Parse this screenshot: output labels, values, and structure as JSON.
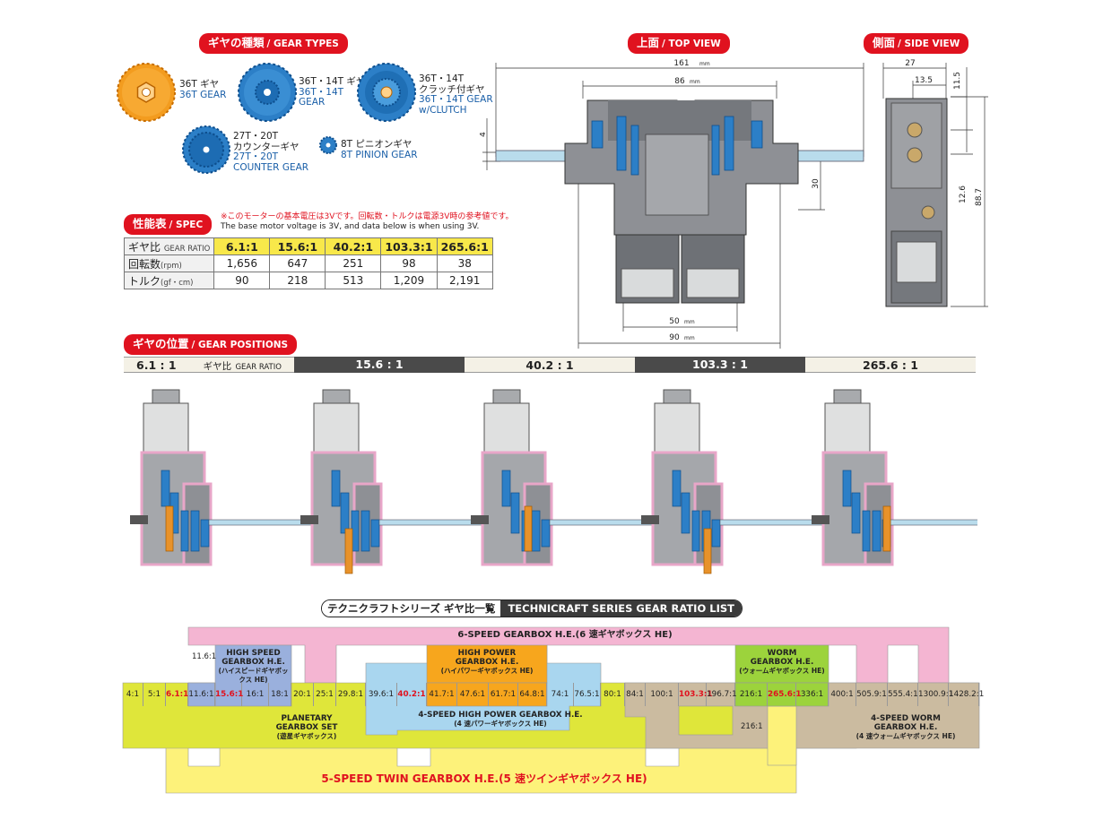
{
  "sections": {
    "gear_types": {
      "jp": "ギヤの種類",
      "en": "GEAR TYPES"
    },
    "top_view": {
      "jp": "上面",
      "en": "TOP VIEW"
    },
    "side_view": {
      "jp": "側面",
      "en": "SIDE VIEW"
    },
    "spec": {
      "jp": "性能表",
      "en": "SPEC"
    },
    "gear_positions": {
      "jp": "ギヤの位置",
      "en": "GEAR POSITIONS"
    }
  },
  "gears": [
    {
      "jp": "36T ギヤ",
      "en": "36T GEAR"
    },
    {
      "jp1": "36T・14T ギヤ",
      "en1": "36T・14T",
      "en2": "GEAR"
    },
    {
      "jp1": "36T・14T",
      "jp2": "クラッチ付ギヤ",
      "en1": "36T・14T GEAR",
      "en2": "w/CLUTCH"
    },
    {
      "jp1": "27T・20T",
      "jp2": "カウンターギヤ",
      "en1": "27T・20T",
      "en2": "COUNTER GEAR"
    },
    {
      "jp": "8T ピニオンギヤ",
      "en": "8T PINION GEAR"
    }
  ],
  "spec_note": {
    "jp": "※このモーターの基本電圧は3Vです。回転数・トルクは電源3V時の参考値です。",
    "en": "The base motor voltage is 3V, and data below is when using 3V."
  },
  "spec_table": {
    "rows": [
      {
        "label_jp": "ギヤ比",
        "label_en": "GEAR RATIO",
        "values": [
          "6.1:1",
          "15.6:1",
          "40.2:1",
          "103.3:1",
          "265.6:1"
        ]
      },
      {
        "label_jp": "回転数",
        "label_en": "(rpm)",
        "values": [
          "1,656",
          "647",
          "251",
          "98",
          "38"
        ]
      },
      {
        "label_jp": "トルク",
        "label_en": "(gf・cm)",
        "values": [
          "90",
          "218",
          "513",
          "1,209",
          "2,191"
        ]
      }
    ]
  },
  "dimensions": {
    "top": [
      "161",
      "86",
      "4",
      "30",
      "50",
      "90"
    ],
    "side": [
      "27",
      "13.5",
      "11.5",
      "12.6",
      "88.7"
    ],
    "unit": "mm"
  },
  "positions_bar": {
    "label_jp": "ギヤ比",
    "label_en": "GEAR RATIO",
    "ratios": [
      "6.1 : 1",
      "15.6 : 1",
      "40.2 : 1",
      "103.3 : 1",
      "265.6 : 1"
    ]
  },
  "ratio_list": {
    "title_jp": "テクニクラフトシリーズ ギヤ比一覧",
    "title_en": "TECHNICRAFT SERIES GEAR RATIO LIST",
    "ratios": [
      "4:1",
      "5:1",
      "6.1:1",
      "11.6:1",
      "15.6:1",
      "16:1",
      "18:1",
      "20:1",
      "25:1",
      "29.8:1",
      "39.6:1",
      "40.2:1",
      "41.7:1",
      "47.6:1",
      "61.7:1",
      "64.8:1",
      "74:1",
      "76.5:1",
      "80:1",
      "84:1",
      "100:1",
      "103.3:1",
      "196.7:1",
      "216:1",
      "265.6:1",
      "336:1",
      "400:1",
      "505.9:1",
      "555.4:1",
      "1300.9:1",
      "1428.2:1"
    ],
    "highlight": [
      "6.1:1",
      "15.6:1",
      "40.2:1",
      "103.3:1",
      "265.6:1"
    ],
    "extra": [
      "11.6:1",
      "216:1"
    ],
    "boxes": {
      "six_speed": "6-SPEED GEARBOX H.E.(6 速ギヤボックス HE)",
      "high_speed": [
        "HIGH SPEED",
        "GEARBOX H.E.",
        "(ハイスピードギヤボックス HE)"
      ],
      "high_power": [
        "HIGH POWER",
        "GEARBOX H.E.",
        "(ハイパワーギヤボックス HE)"
      ],
      "worm": [
        "WORM",
        "GEARBOX H.E.",
        "(ウォームギヤボックス HE)"
      ],
      "planetary": [
        "PLANETARY",
        "GEARBOX SET",
        "(遊星ギヤボックス)"
      ],
      "four_hp": [
        "4-SPEED HIGH POWER GEARBOX H.E.",
        "(4 速パワーギヤボックス HE)"
      ],
      "four_worm": [
        "4-SPEED WORM",
        "GEARBOX H.E.",
        "(4 速ウォームギヤボックス HE)"
      ],
      "five_twin": "5-SPEED TWIN GEARBOX H.E.(5 速ツインギヤボックス HE)"
    }
  },
  "colors": {
    "accent": "#e0121f",
    "pink": "#f4b5d2",
    "lime": "#dfe63a",
    "yellow": "#fdf27a",
    "blue": "#a9d6ef",
    "orange": "#f7a61d",
    "green": "#9cd33c",
    "tan": "#cbbba0",
    "lavender": "#9ab0dd"
  }
}
